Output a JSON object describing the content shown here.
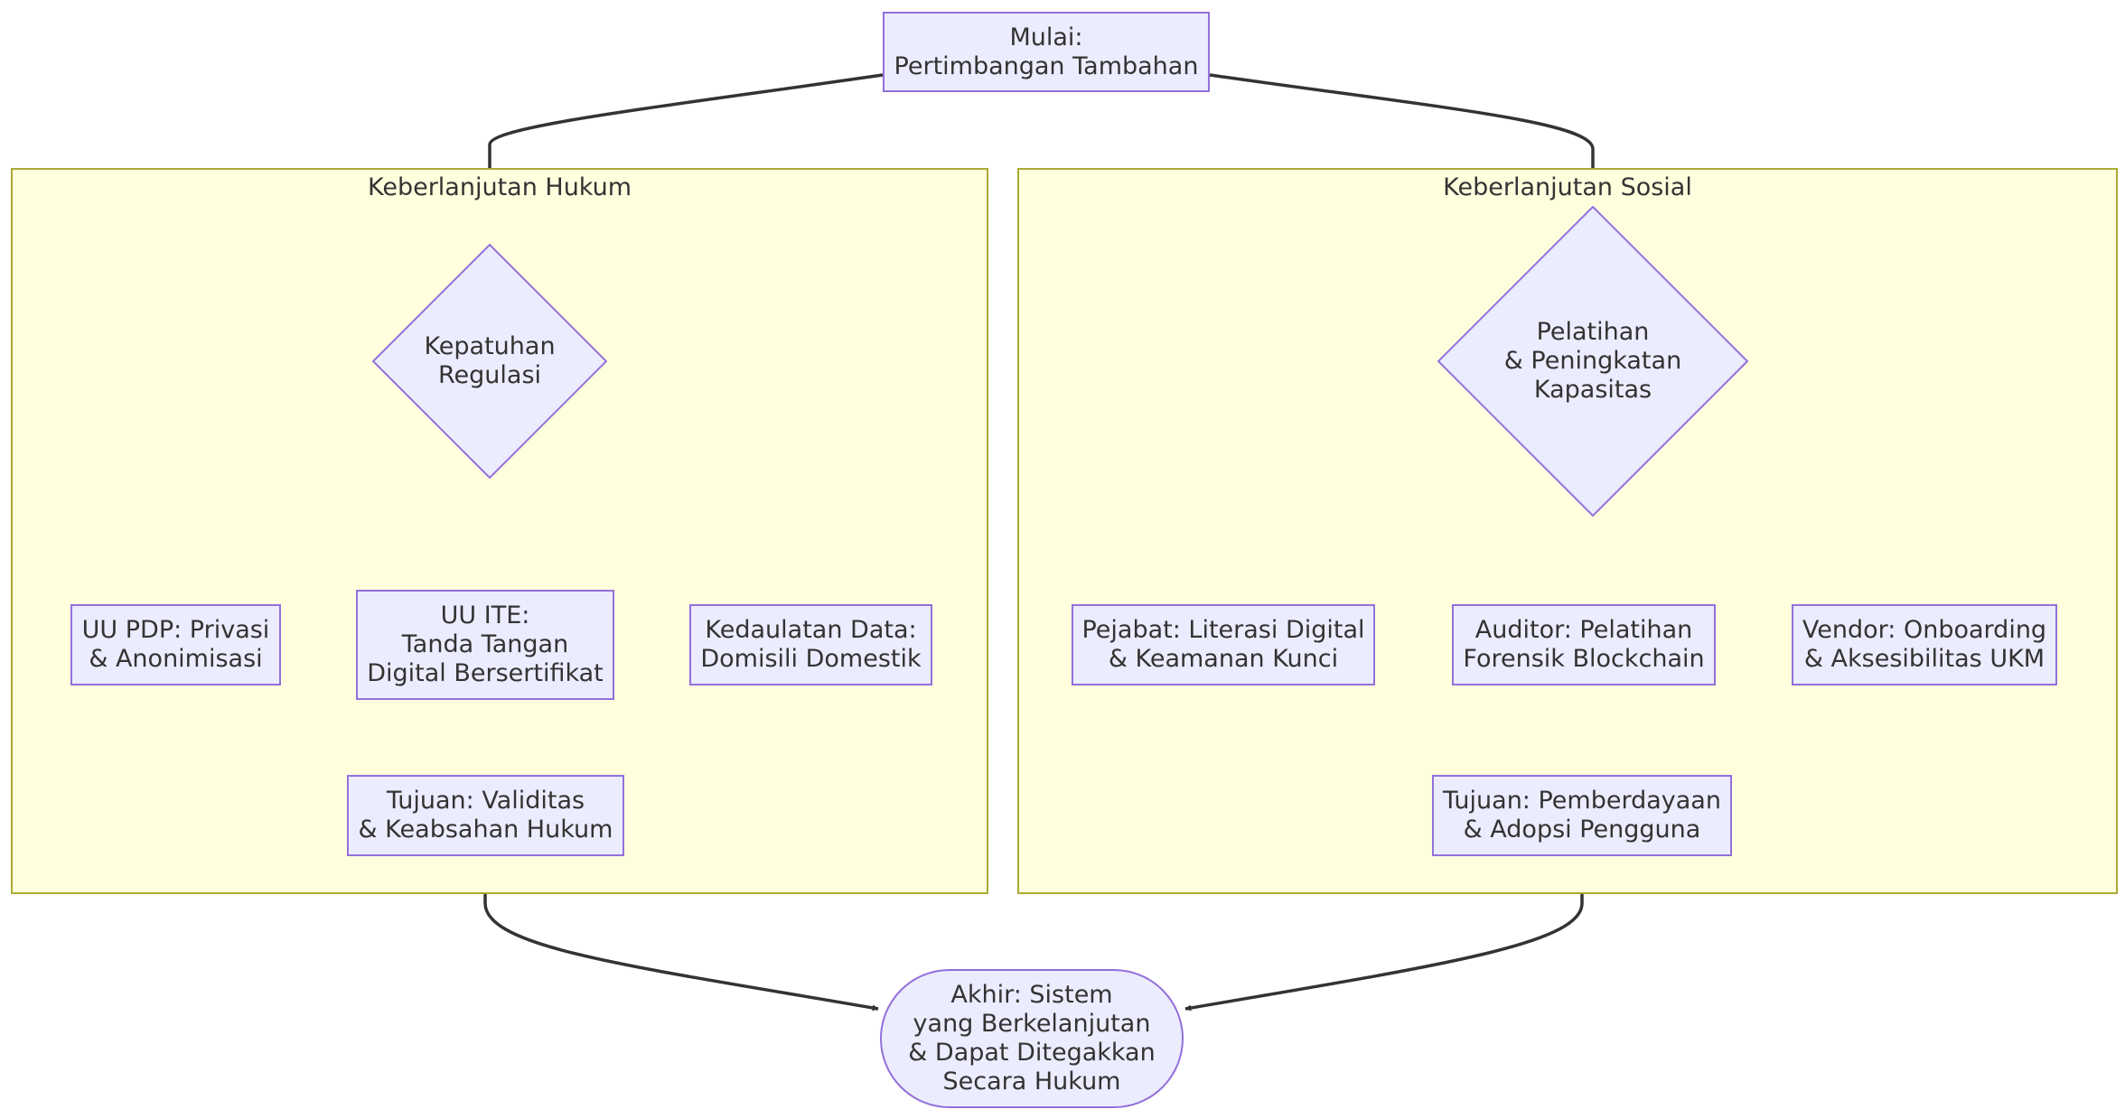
{
  "colors": {
    "node_fill": "#ececff",
    "node_stroke": "#9370db",
    "cluster_fill": "#ffffde",
    "cluster_stroke": "#aaaa33",
    "edge": "#333333",
    "text": "#333333"
  },
  "clusters": {
    "legal": {
      "title": "Keberlanjutan Hukum"
    },
    "social": {
      "title": "Keberlanjutan Sosial"
    }
  },
  "nodes": {
    "start": "Mulai:\nPertimbangan Tambahan",
    "legal_decision": "Kepatuhan\nRegulasi",
    "uu_pdp": "UU PDP: Privasi\n& Anonimisasi",
    "uu_ite": "UU ITE:\nTanda Tangan\nDigital Bersertifikat",
    "data_sovereignty": "Kedaulatan Data:\nDomisili Domestik",
    "legal_goal": "Tujuan: Validitas\n& Keabsahan Hukum",
    "social_decision": "Pelatihan\n& Peningkatan\nKapasitas",
    "officials": "Pejabat: Literasi Digital\n& Keamanan Kunci",
    "auditor": "Auditor: Pelatihan\nForensik Blockchain",
    "vendor": "Vendor: Onboarding\n& Aksesibilitas UKM",
    "social_goal": "Tujuan: Pemberdayaan\n& Adopsi Pengguna",
    "end": "Akhir: Sistem\nyang Berkelanjutan\n& Dapat Ditegakkan\nSecara Hukum"
  },
  "edges": [
    [
      "start",
      "legal_decision"
    ],
    [
      "start",
      "social_decision"
    ],
    [
      "legal_decision",
      "uu_pdp"
    ],
    [
      "legal_decision",
      "uu_ite"
    ],
    [
      "legal_decision",
      "data_sovereignty"
    ],
    [
      "uu_pdp",
      "legal_goal"
    ],
    [
      "uu_ite",
      "legal_goal"
    ],
    [
      "data_sovereignty",
      "legal_goal"
    ],
    [
      "social_decision",
      "officials"
    ],
    [
      "social_decision",
      "auditor"
    ],
    [
      "social_decision",
      "vendor"
    ],
    [
      "officials",
      "social_goal"
    ],
    [
      "auditor",
      "social_goal"
    ],
    [
      "vendor",
      "social_goal"
    ],
    [
      "legal_goal",
      "end"
    ],
    [
      "social_goal",
      "end"
    ]
  ]
}
